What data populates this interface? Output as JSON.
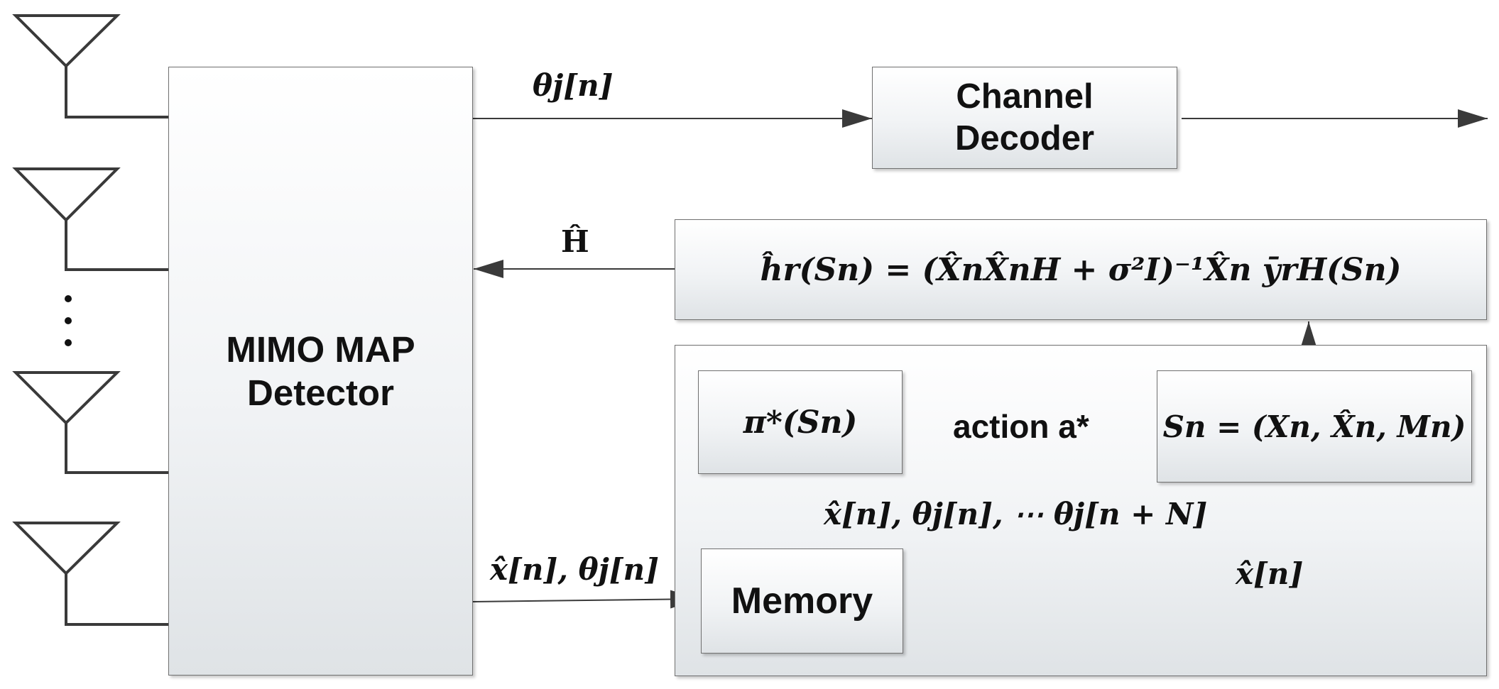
{
  "blocks": {
    "detector": {
      "line1": "MIMO MAP",
      "line2": "Detector"
    },
    "decoder": {
      "line1": "Channel",
      "line2": "Decoder"
    },
    "estimator": {
      "formula": "ĥr(Sn) = (X̂nX̂nH + σ²I)⁻¹X̂n ȳrH(Sn)"
    },
    "policy": {
      "formula": "π*(Sn)"
    },
    "state": {
      "formula": "Sn = (Xn, X̂n, Mn)"
    },
    "memory": {
      "label": "Memory"
    }
  },
  "signals": {
    "theta_out": "θj[n]",
    "h_feedback": "Ĥ",
    "detector_to_memory": "x̂[n], θj[n]",
    "memory_to_policy": "x̂[n], θj[n], ⋯ θj[n + N]",
    "memory_to_state": "x̂[n]",
    "action": "action  a*"
  },
  "antennas": {
    "ellipsis": "⋮"
  }
}
